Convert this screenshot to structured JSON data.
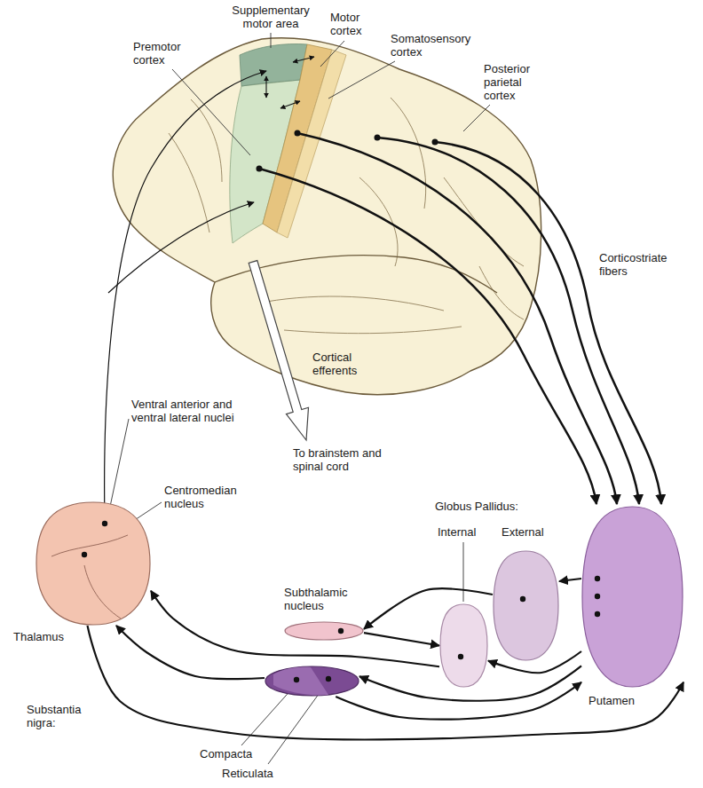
{
  "diagram": {
    "nodes": [
      {
        "text": [
          "Thalamus"
        ]
      },
      {
        "text": [
          "Subthalamic nucleus"
        ]
      },
      {
        "text": [
          "Internal"
        ]
      },
      {
        "text": [
          "External"
        ]
      },
      {
        "text": [
          "Putamen"
        ]
      },
      {
        "text": [
          "Substantia nigra:",
          "Compacta",
          "Reticulata"
        ]
      }
    ],
    "edges": [
      {
        "from": 4,
        "to": 3,
        "arrow": "to"
      },
      {
        "from": 4,
        "to": 2,
        "arrow": "to"
      },
      {
        "from": 4,
        "to": 5,
        "arrow": "to"
      },
      {
        "from": 5,
        "to": 4,
        "arrow": "to"
      },
      {
        "from": 3,
        "to": 1,
        "arrow": "to"
      },
      {
        "from": 1,
        "to": 2,
        "arrow": "to"
      },
      {
        "from": 2,
        "to": 0,
        "arrow": "to"
      },
      {
        "from": 5,
        "to": 0,
        "arrow": "to"
      },
      {
        "from": 0,
        "to": 4,
        "arrow": "to"
      }
    ],
    "labels": [
      "Supplementary motor area",
      "Motor cortex",
      "Somatosensory cortex",
      "Posterior parietal cortex",
      "Premotor cortex",
      "Corticostriate fibers",
      "Cortical efferents",
      "To brainstem and spinal cord",
      "Ventral anterior and ventral lateral nuclei",
      "Centromedian nucleus",
      "Globus Pallidus:"
    ]
  }
}
